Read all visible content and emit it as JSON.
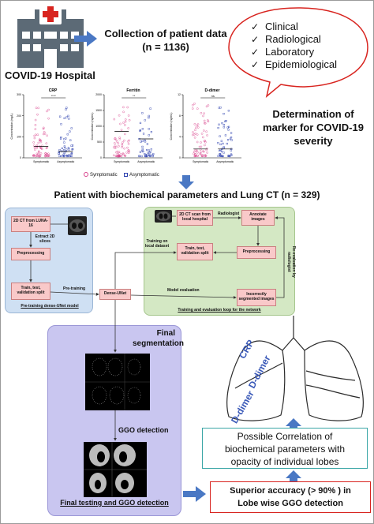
{
  "hospital": {
    "label": "COVID-19 Hospital"
  },
  "collection": {
    "line1": "Collection of patient data",
    "line2": "(n = 1136)"
  },
  "bubble": {
    "items": [
      "Clinical",
      "Radiological",
      "Laboratory",
      "Epidemiological"
    ]
  },
  "determination": {
    "line1": "Determination of",
    "line2": "marker for COVID-19",
    "line3": "severity"
  },
  "charts": [
    {
      "title": "CRP",
      "ylabel": "Concentration (mg/L)",
      "sig": "****",
      "yticks": [
        "300",
        "200",
        "100",
        "0"
      ],
      "groups": [
        "Symptomatic",
        "Asymptomatic"
      ]
    },
    {
      "title": "Ferritin",
      "ylabel": "Concentration (ng/mL)",
      "sig": "**",
      "yticks": [
        "2000",
        "1500",
        "1000",
        "500",
        "0"
      ],
      "groups": [
        "Symptomatic",
        "Asymptomatic"
      ]
    },
    {
      "title": "D-dimer",
      "ylabel": "Concentration (ng/mL)",
      "sig": "ns",
      "yticks": [
        "12",
        "8",
        "4",
        "0"
      ],
      "groups": [
        "Symptomatic",
        "Asymptomatic"
      ]
    }
  ],
  "legend": {
    "symptomatic": "Symptomatic",
    "asymptomatic": "Asymptomatic"
  },
  "patient": {
    "label": "Patient with biochemical parameters and Lung CT (n = 329)"
  },
  "pretrain": {
    "ct_luna": "2D CT from LUNA-16",
    "extract": "Extract 2D slices",
    "preprocessing": "Preprocessing",
    "split": "Train, test, validation split",
    "caption": "Pre-training dense-UNet model"
  },
  "pretraining_arrow": "Pre-training",
  "dense_unet": "Dense-UNet",
  "training": {
    "scan": "2D CT scan from local hospital",
    "radiologist": "Radiologist",
    "annotate": "Annotate images",
    "training_on": "Training on local dataset",
    "split": "Train, test, validation split",
    "preprocessing": "Preprocessing",
    "model_eval": "Model evaluation",
    "incorrect": "Incorrectly segmented images",
    "reeval": "Re-evaluation by radiologist",
    "caption": "Training and evaluation loop for the network"
  },
  "final": {
    "segmentation_l1": "Final",
    "segmentation_l2": "segmentation",
    "ggo": "GGO detection",
    "caption": "Final testing and GGO detection"
  },
  "lung_labels": {
    "crp": "CRP",
    "ddimer1": "D-dimer",
    "ddimer2": "D-dimer"
  },
  "correlation": {
    "line1": "Possible Correlation of",
    "line2": "biochemical parameters with",
    "line3": "opacity of individual lobes"
  },
  "superior": {
    "line1": "Superior accuracy (> 90% ) in",
    "line2": "Lobe wise GGO detection"
  },
  "colors": {
    "arrow_blue": "#4a78c4",
    "red_cross": "#d8241f",
    "pink_box": "#f9c9c9",
    "blue_panel": "#cfe0f3",
    "green_panel": "#d4e8c4",
    "purple_panel": "#c9c6f0",
    "teal_border": "#3aa6a6",
    "red_border": "#d8241f"
  }
}
